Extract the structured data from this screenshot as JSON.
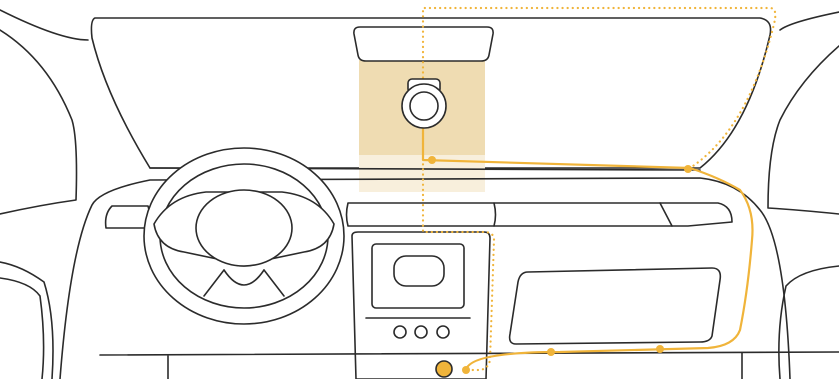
{
  "diagram": {
    "subject": "dash-cam-cable-routing",
    "colors": {
      "outline": "#2b2b2b",
      "glass": "#f5f5f5",
      "cable": "#f0b43a",
      "mount_zone_top": "#efdcb2",
      "mount_zone_bottom": "#f8efdc",
      "cam_body": "#ffffff"
    },
    "routes": [
      {
        "id": "visible-route",
        "style": "solid"
      },
      {
        "id": "hidden-route",
        "style": "dotted"
      }
    ],
    "icons": [
      "dash-camera-icon",
      "power-socket-icon"
    ]
  }
}
